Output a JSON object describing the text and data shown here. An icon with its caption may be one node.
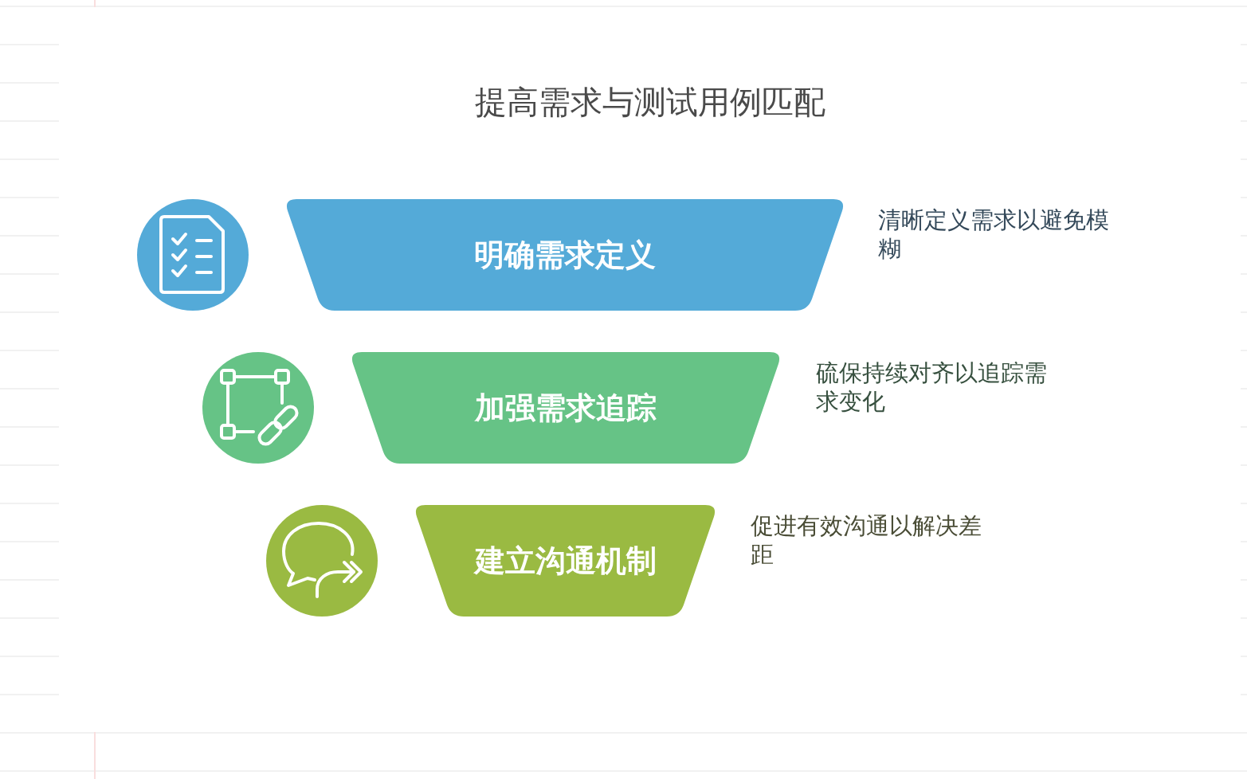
{
  "diagram": {
    "title": "提高需求与测试用例匹配",
    "nodes": [
      {
        "text": [
          "明确需求定义"
        ],
        "beside": [
          "清晰定义需求以避免模糊"
        ]
      },
      {
        "text": [
          "加强需求追踪"
        ],
        "beside": [
          "硫保持续对齐以追踪需求变化"
        ]
      },
      {
        "text": [
          "建立沟通机制"
        ],
        "beside": [
          "促进有效沟通以解决差距"
        ]
      }
    ]
  }
}
